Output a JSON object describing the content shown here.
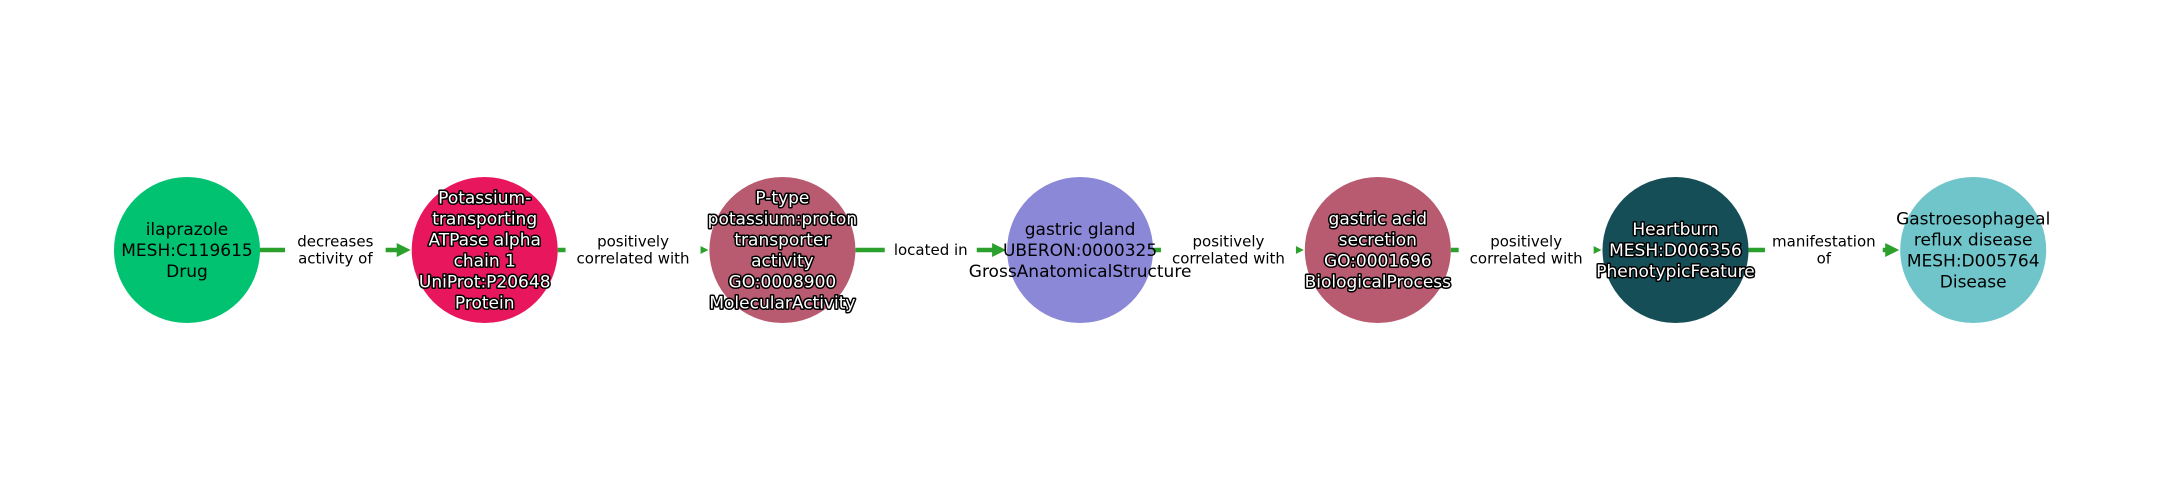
{
  "edge_color": "#2ca02c",
  "nodes": [
    {
      "lines": [
        "ilaprazole",
        "MESH:C119615",
        "Drug"
      ],
      "color": "#00c270",
      "text": "dark"
    },
    {
      "lines": [
        "Potassium-",
        "transporting",
        "ATPase alpha",
        "chain 1",
        "UniProt:P20648",
        "Protein"
      ],
      "color": "#e8175d",
      "text": "light"
    },
    {
      "lines": [
        "P-type",
        "potassium:proton",
        "transporter",
        "activity",
        "GO:0008900",
        "MolecularActivity"
      ],
      "color": "#b85a70",
      "text": "light"
    },
    {
      "lines": [
        "gastric gland",
        "UBERON:0000325",
        "GrossAnatomicalStructure"
      ],
      "color": "#8b88d8",
      "text": "dark"
    },
    {
      "lines": [
        "gastric acid",
        "secretion",
        "GO:0001696",
        "BiologicalProcess"
      ],
      "color": "#b85a70",
      "text": "light"
    },
    {
      "lines": [
        "Heartburn",
        "MESH:D006356",
        "PhenotypicFeature"
      ],
      "color": "#164e58",
      "text": "light"
    },
    {
      "lines": [
        "Gastroesophageal",
        "reflux disease",
        "MESH:D005764",
        "Disease"
      ],
      "color": "#6fc5c9",
      "text": "dark"
    }
  ],
  "edges": [
    {
      "lines": [
        "decreases",
        "activity of"
      ]
    },
    {
      "lines": [
        "positively",
        "correlated with"
      ]
    },
    {
      "lines": [
        "located in"
      ]
    },
    {
      "lines": [
        "positively",
        "correlated with"
      ]
    },
    {
      "lines": [
        "positively",
        "correlated with"
      ]
    },
    {
      "lines": [
        "manifestation",
        "of"
      ]
    }
  ]
}
